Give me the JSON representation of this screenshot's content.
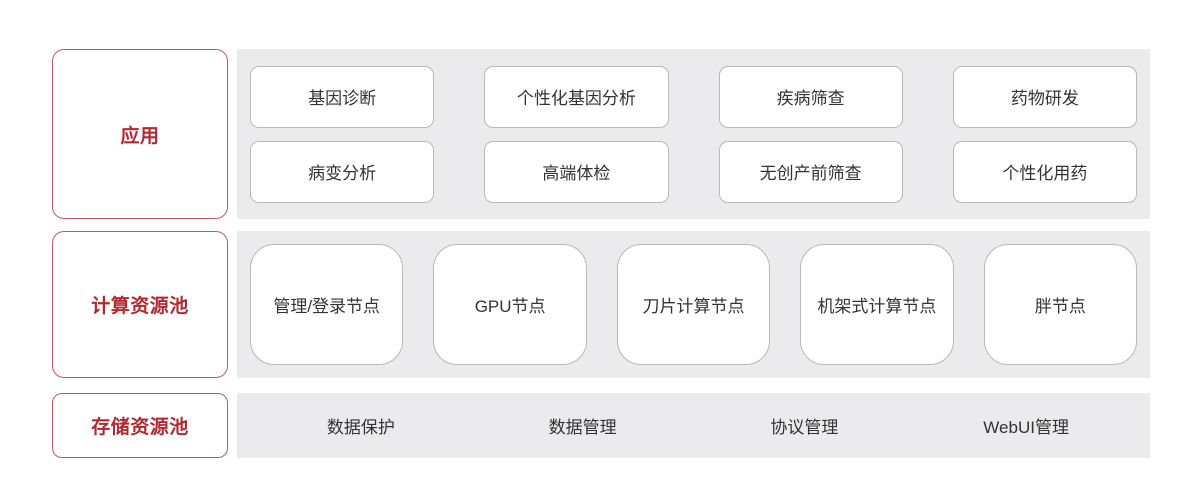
{
  "colors": {
    "band_background": "#ebebed",
    "label_border": "#c2595f",
    "label_text": "#b22a31",
    "cell_border": "#b9b9bb",
    "cell_text": "#333335",
    "page_background": "#ffffff"
  },
  "rows": {
    "application": {
      "label": "应用",
      "line1": [
        {
          "label": "基因诊断"
        },
        {
          "label": "个性化基因分析"
        },
        {
          "label": "疾病筛查"
        },
        {
          "label": "药物研发"
        }
      ],
      "line2": [
        {
          "label": "病变分析"
        },
        {
          "label": "高端体检"
        },
        {
          "label": "无创产前筛查"
        },
        {
          "label": "个性化用药"
        }
      ]
    },
    "compute_pool": {
      "label": "计算资源池",
      "items": [
        {
          "label": "管理/登录节点"
        },
        {
          "label": "GPU节点"
        },
        {
          "label": "刀片计算节点"
        },
        {
          "label": "机架式计算节点"
        },
        {
          "label": "胖节点"
        }
      ]
    },
    "storage_pool": {
      "label": "存储资源池",
      "items": [
        {
          "label": "数据保护"
        },
        {
          "label": "数据管理"
        },
        {
          "label": "协议管理"
        },
        {
          "label": "WebUI管理"
        }
      ]
    }
  }
}
